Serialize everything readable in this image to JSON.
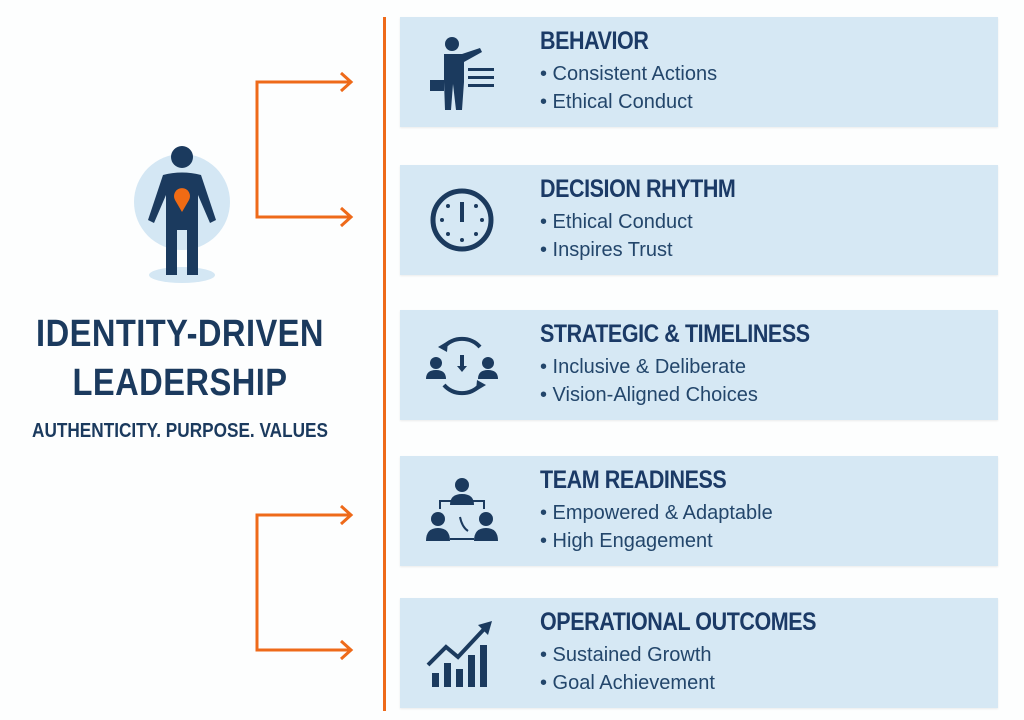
{
  "left": {
    "title_line1": "IDENTITY-DRIVEN",
    "title_line2": "LEADERSHIP",
    "subtitle": "AUTHENTICITY. PURPOSE. VALUES"
  },
  "cards": [
    {
      "title": "BEHAVIOR",
      "bullets": [
        "• Consistent Actions",
        "• Ethical Conduct"
      ],
      "icon": "presenter-icon"
    },
    {
      "title": "DECISION RHYTHM",
      "bullets": [
        "• Ethical Conduct",
        "• Inspires Trust"
      ],
      "icon": "clock-icon"
    },
    {
      "title": "STRATEGIC & TIMELINESS",
      "bullets": [
        "• Inclusive & Deliberate",
        "• Vision-Aligned Choices"
      ],
      "icon": "cycle-people-icon"
    },
    {
      "title": "TEAM READINESS",
      "bullets": [
        "• Empowered & Adaptable",
        "• High Engagement"
      ],
      "icon": "team-network-icon"
    },
    {
      "title": "OPERATIONAL OUTCOMES",
      "bullets": [
        "• Sustained Growth",
        "• Goal Achievement"
      ],
      "icon": "growth-chart-icon"
    }
  ],
  "colors": {
    "accent": "#ee6a1a",
    "navy": "#1b3a5e",
    "card": "#d6e8f4"
  }
}
